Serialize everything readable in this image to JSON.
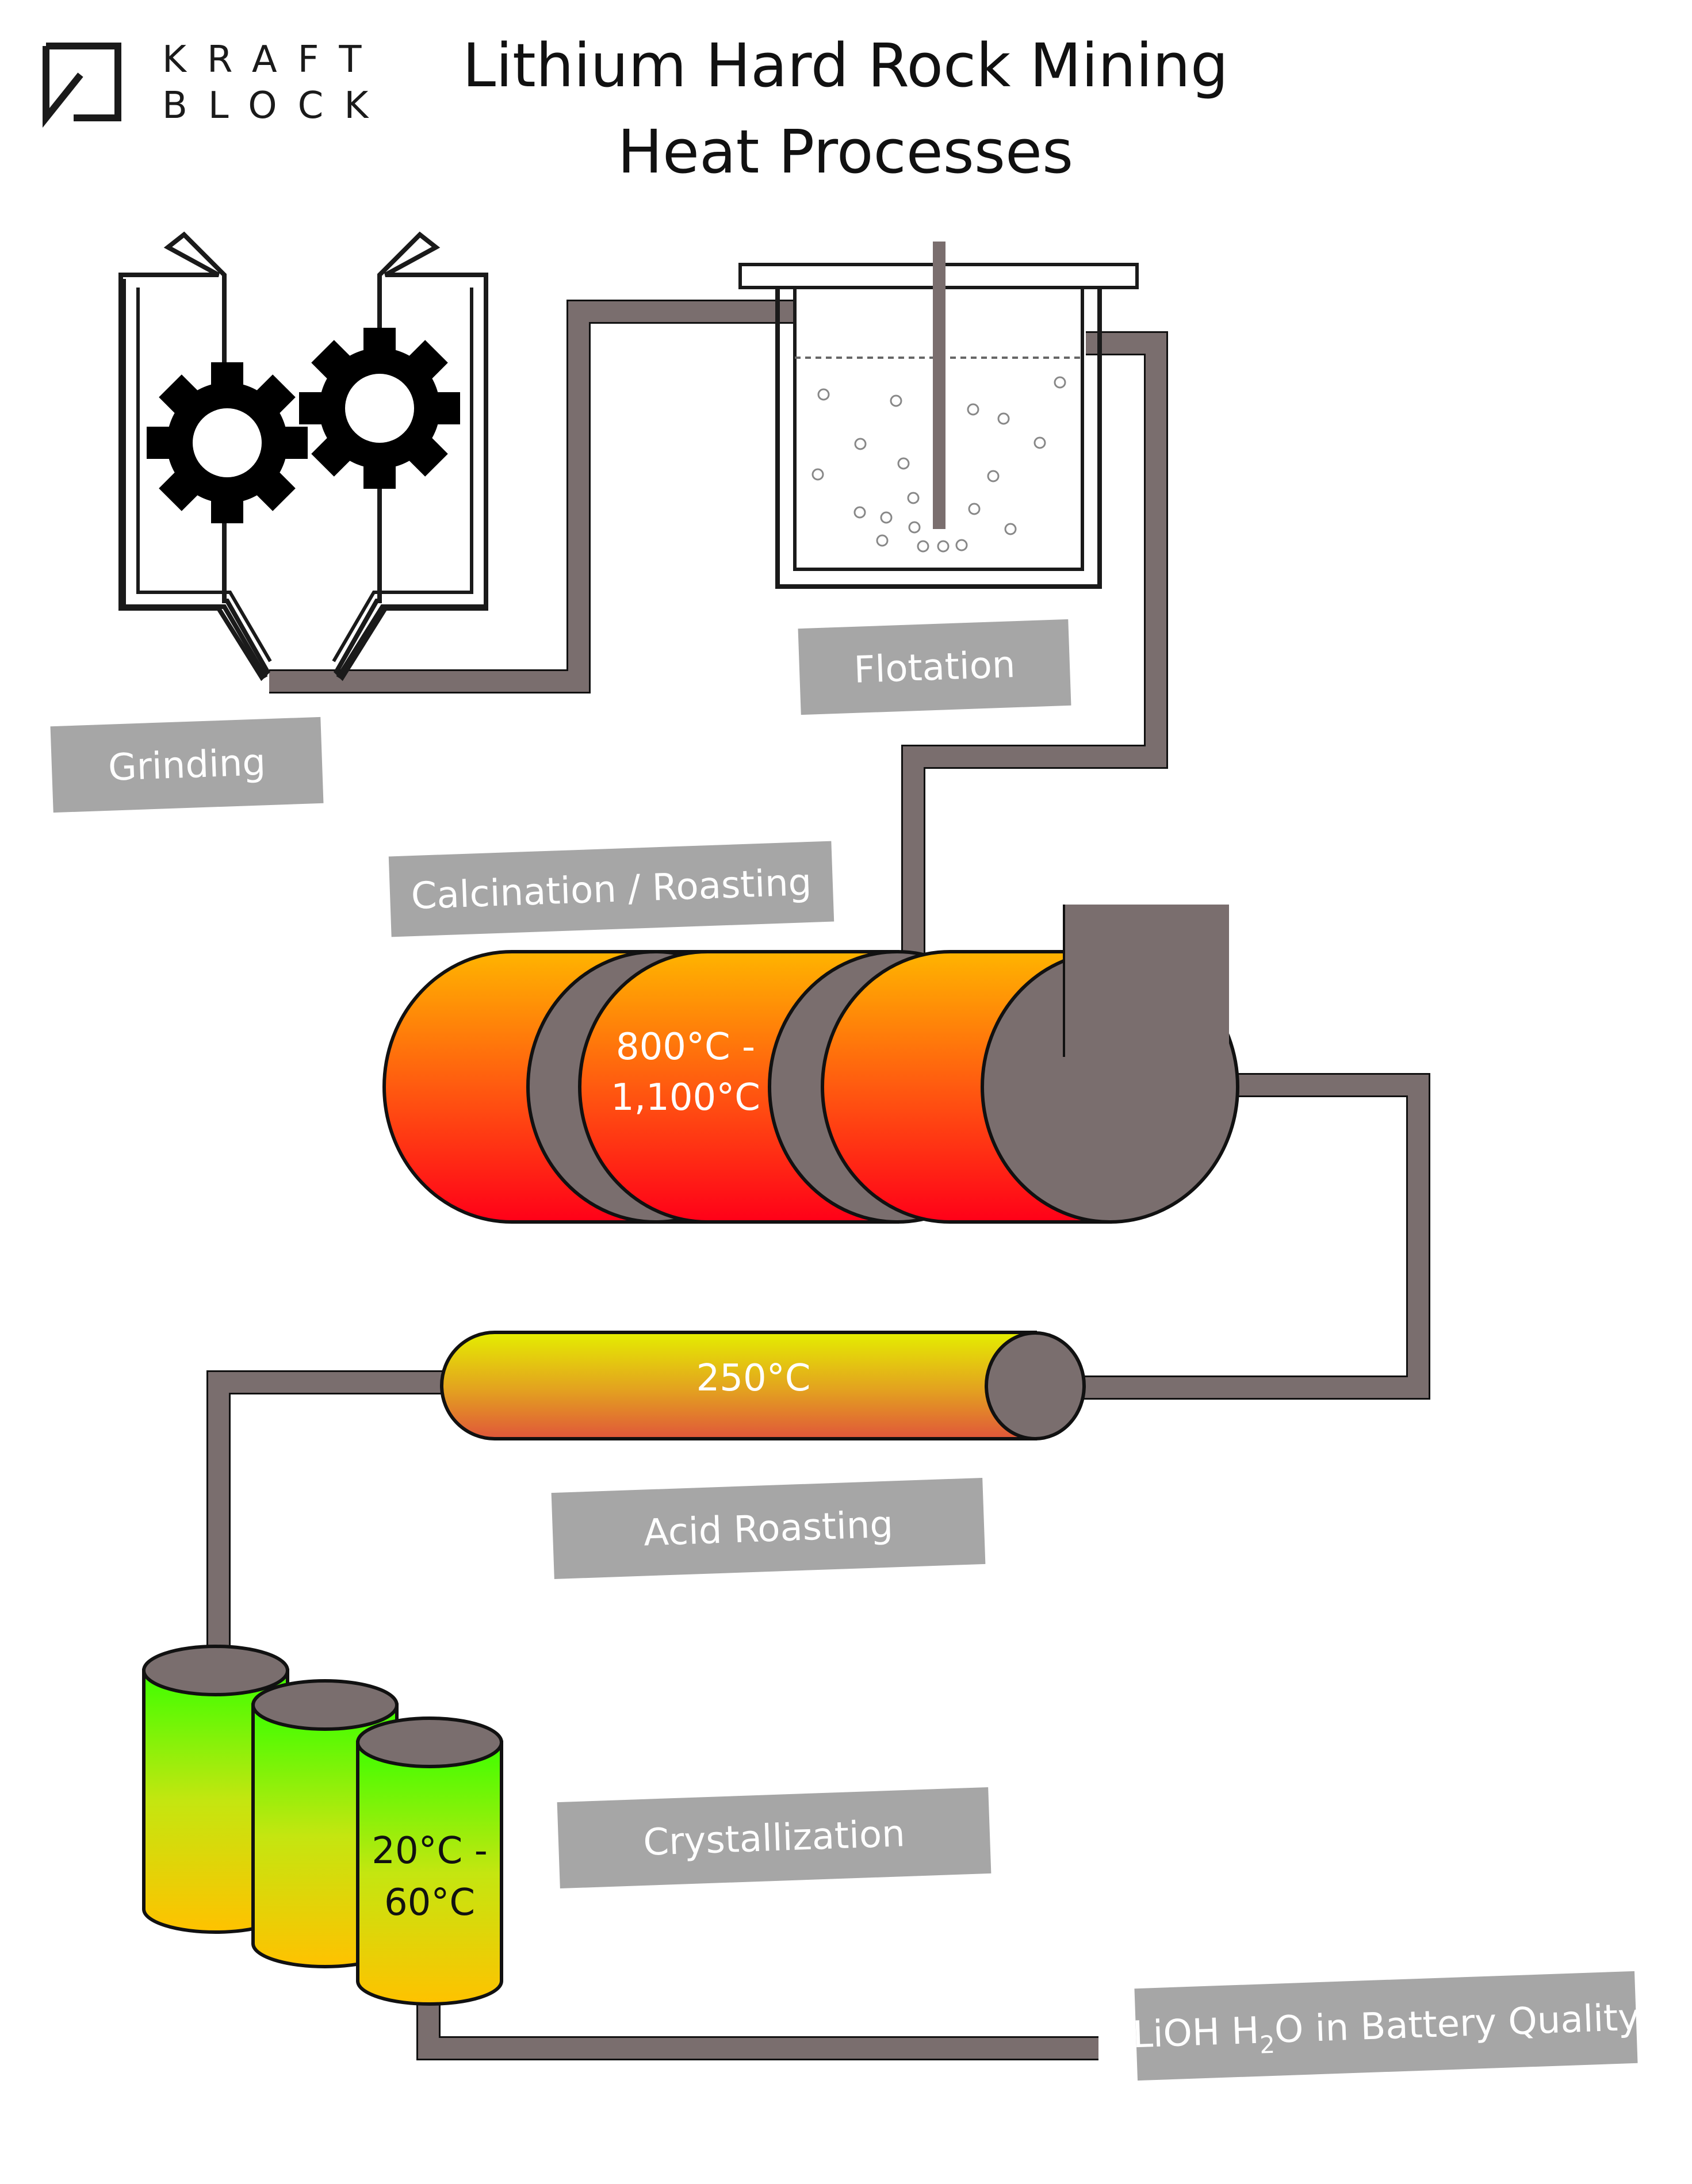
{
  "logo": {
    "line1": "KRAFT",
    "line2": "BLOCK"
  },
  "title": {
    "line1": "Lithium Hard Rock Mining",
    "line2": "Heat Processes"
  },
  "labels": {
    "grinding": "Grinding",
    "flotation": "Flotation",
    "calcination": "Calcination / Roasting",
    "acid_roasting": "Acid Roasting",
    "crystallization": "Crystallization",
    "product_prefix": "LiOH H",
    "product_sub": "2",
    "product_suffix": "O in Battery Quality"
  },
  "temperatures": {
    "calcination_line1": "800°C -",
    "calcination_line2": "1,100°C",
    "acid_roasting": "250°C",
    "crystallization_line1": "20°C -",
    "crystallization_line2": "60°C"
  },
  "colors": {
    "pipe": "#7a6e6e",
    "label_box": "#a6a6a6",
    "kiln_top": "#ffb000",
    "kiln_bottom": "#ff0018",
    "acid_top": "#e8ee00",
    "acid_bottom": "#e0603a",
    "crystal_top": "#3cff00",
    "crystal_bottom": "#ffc400"
  }
}
